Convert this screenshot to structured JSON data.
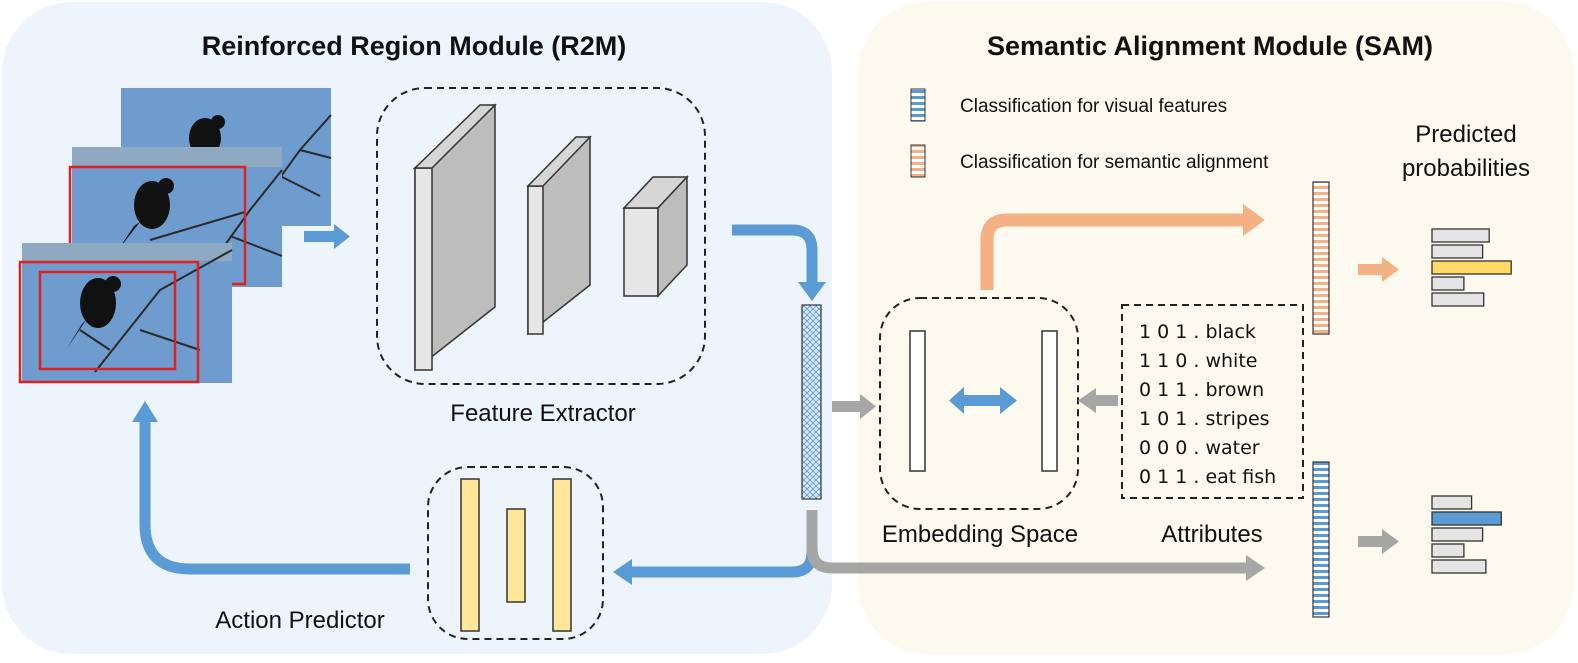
{
  "colors": {
    "r2m_bg": "#eef4fb",
    "sam_bg": "#fcf9ef",
    "blue": "#5b9bd5",
    "orange": "#f4b183",
    "gray": "#a6a6a6",
    "yellow": "#ffe699",
    "yellow_bar": "#ffd966",
    "red_box": "#e02020",
    "sky": "#6f9ccf"
  },
  "r2m": {
    "title": "Reinforced Region Module (R2M)",
    "feature_extractor_label": "Feature Extractor",
    "action_predictor_label": "Action Predictor"
  },
  "sam": {
    "title": "Semantic Alignment Module (SAM)",
    "legend": [
      {
        "label": "Classification for visual features",
        "icon": "blue-striped-vector-icon"
      },
      {
        "label": "Classification for semantic alignment",
        "icon": "orange-striped-vector-icon"
      }
    ],
    "predicted_label_line1": "Predicted",
    "predicted_label_line2": "probabilities",
    "embedding_label": "Embedding Space",
    "attributes_label": "Attributes",
    "attributes": [
      "1 0 1 . black",
      "1 1 0 . white",
      "0 1 1 . brown",
      "1 0 1 . stripes",
      "0 0 0 . water",
      "0 1 1 . eat fish"
    ]
  },
  "predicted_probabilities": {
    "semantic_alignment": [
      0.52,
      0.46,
      0.72,
      0.29,
      0.47
    ],
    "semantic_alignment_highlight": 2,
    "visual_features": [
      0.36,
      0.63,
      0.46,
      0.29,
      0.49
    ],
    "visual_features_highlight": 1
  }
}
